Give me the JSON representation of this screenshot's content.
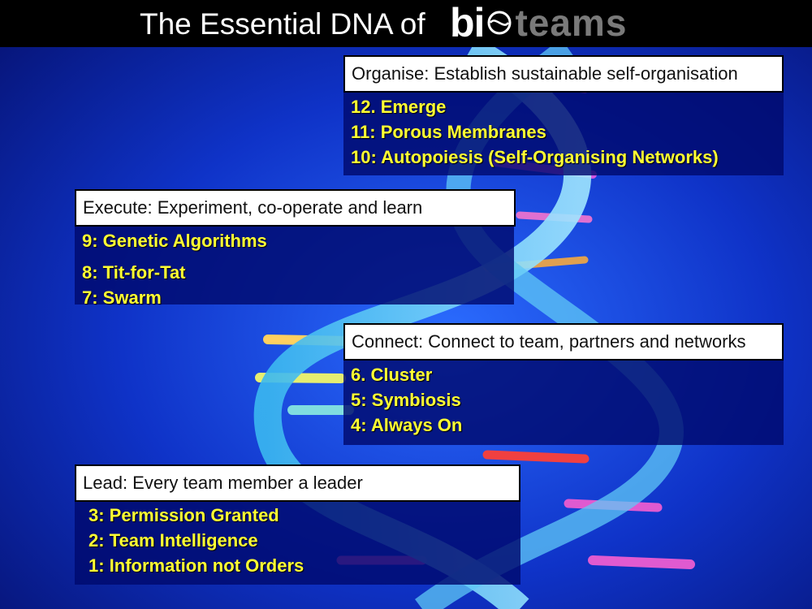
{
  "title": "The Essential DNA of",
  "logo": {
    "part1": "bi",
    "part2": "teams"
  },
  "sections": {
    "organise": {
      "label": "Organise: Establish sustainable self-organisation",
      "items": [
        "12. Emerge",
        "11: Porous Membranes",
        "10: Autopoiesis (Self-Organising Networks)"
      ]
    },
    "execute": {
      "label": "Execute: Experiment, co-operate and learn",
      "items": [
        "9: Genetic Algorithms",
        "8: Tit-for-Tat",
        "7:  Swarm"
      ]
    },
    "connect": {
      "label": "Connect:  Connect to team, partners and networks",
      "items": [
        "6. Cluster",
        "5: Symbiosis",
        "4: Always On"
      ]
    },
    "lead": {
      "label": "Lead:  Every team member a leader",
      "items": [
        "3: Permission Granted",
        "2: Team Intelligence",
        "1: Information not Orders"
      ]
    }
  }
}
